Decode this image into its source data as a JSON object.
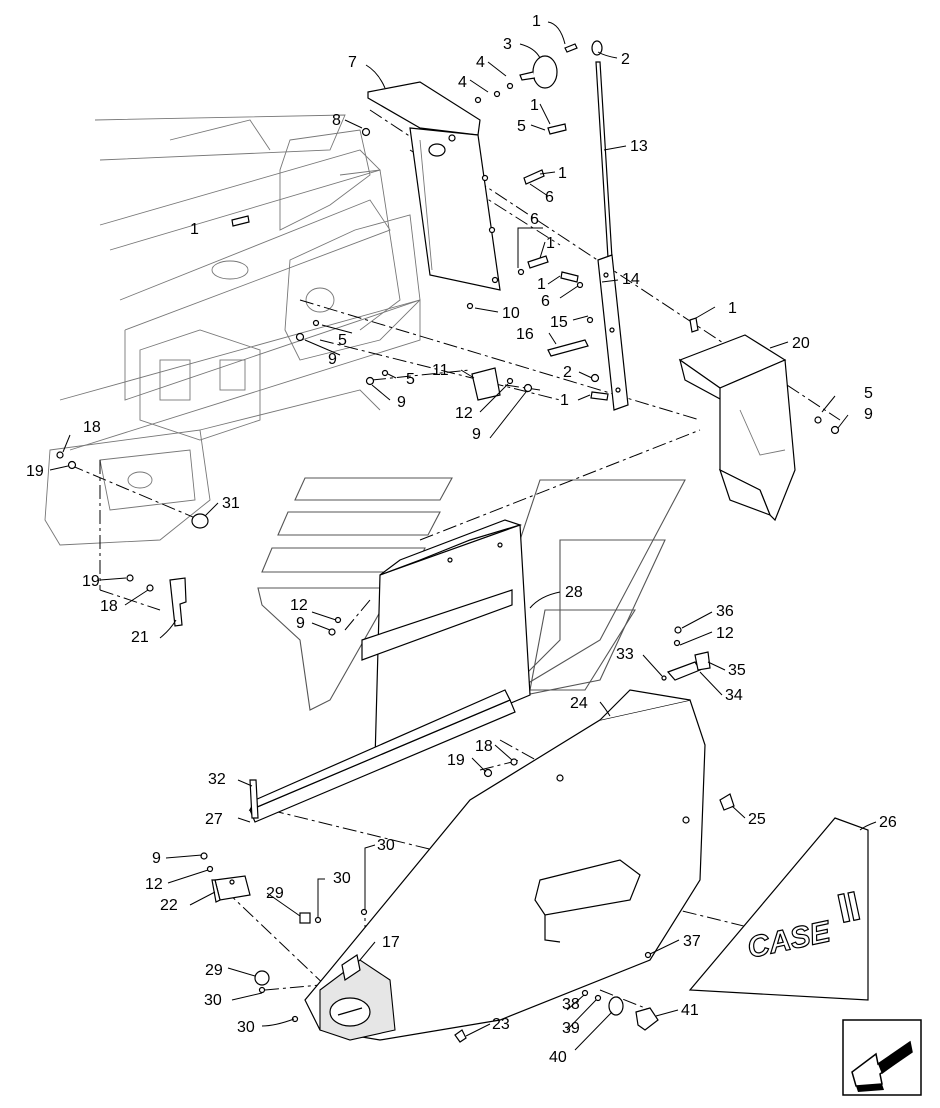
{
  "title": "",
  "callouts": [
    {
      "id": "c1a",
      "text": "1"
    },
    {
      "id": "c2a",
      "text": "2"
    },
    {
      "id": "c3",
      "text": "3"
    },
    {
      "id": "c4a",
      "text": "4"
    },
    {
      "id": "c4b",
      "text": "4"
    },
    {
      "id": "c7",
      "text": "7"
    },
    {
      "id": "c8",
      "text": "8"
    },
    {
      "id": "c1b",
      "text": "1"
    },
    {
      "id": "c5a",
      "text": "5"
    },
    {
      "id": "c13",
      "text": "13"
    },
    {
      "id": "c1c",
      "text": "1"
    },
    {
      "id": "c6a",
      "text": "6"
    },
    {
      "id": "c1d",
      "text": "1"
    },
    {
      "id": "c6b",
      "text": "6"
    },
    {
      "id": "c1e",
      "text": "1"
    },
    {
      "id": "c14",
      "text": "14"
    },
    {
      "id": "c1f",
      "text": "1"
    },
    {
      "id": "c6c",
      "text": "6"
    },
    {
      "id": "c10",
      "text": "10"
    },
    {
      "id": "c15",
      "text": "15"
    },
    {
      "id": "c16",
      "text": "16"
    },
    {
      "id": "c1g",
      "text": "1"
    },
    {
      "id": "c20",
      "text": "20"
    },
    {
      "id": "c5b",
      "text": "5"
    },
    {
      "id": "c9a",
      "text": "9"
    },
    {
      "id": "c11",
      "text": "11"
    },
    {
      "id": "c5c",
      "text": "5"
    },
    {
      "id": "c9b",
      "text": "9"
    },
    {
      "id": "c2b",
      "text": "2"
    },
    {
      "id": "c1h",
      "text": "1"
    },
    {
      "id": "c12a",
      "text": "12"
    },
    {
      "id": "c9c",
      "text": "9"
    },
    {
      "id": "c5d",
      "text": "5"
    },
    {
      "id": "c9d",
      "text": "9"
    },
    {
      "id": "c18a",
      "text": "18"
    },
    {
      "id": "c19a",
      "text": "19"
    },
    {
      "id": "c31",
      "text": "31"
    },
    {
      "id": "c19b",
      "text": "19"
    },
    {
      "id": "c18b",
      "text": "18"
    },
    {
      "id": "c21",
      "text": "21"
    },
    {
      "id": "c28",
      "text": "28"
    },
    {
      "id": "c12b",
      "text": "12"
    },
    {
      "id": "c9e",
      "text": "9"
    },
    {
      "id": "c36",
      "text": "36"
    },
    {
      "id": "c12c",
      "text": "12"
    },
    {
      "id": "c33",
      "text": "33"
    },
    {
      "id": "c35",
      "text": "35"
    },
    {
      "id": "c34",
      "text": "34"
    },
    {
      "id": "c24",
      "text": "24"
    },
    {
      "id": "c19c",
      "text": "19"
    },
    {
      "id": "c18c",
      "text": "18"
    },
    {
      "id": "c32",
      "text": "32"
    },
    {
      "id": "c27",
      "text": "27"
    },
    {
      "id": "c25",
      "text": "25"
    },
    {
      "id": "c26",
      "text": "26"
    },
    {
      "id": "c30a",
      "text": "30"
    },
    {
      "id": "c9f",
      "text": "9"
    },
    {
      "id": "c12d",
      "text": "12"
    },
    {
      "id": "c22",
      "text": "22"
    },
    {
      "id": "c29a",
      "text": "29"
    },
    {
      "id": "c30b",
      "text": "30"
    },
    {
      "id": "c17",
      "text": "17"
    },
    {
      "id": "c37",
      "text": "37"
    },
    {
      "id": "c29b",
      "text": "29"
    },
    {
      "id": "c30c",
      "text": "30"
    },
    {
      "id": "c30d",
      "text": "30"
    },
    {
      "id": "c38",
      "text": "38"
    },
    {
      "id": "c39",
      "text": "39"
    },
    {
      "id": "c23",
      "text": "23"
    },
    {
      "id": "c40",
      "text": "40"
    },
    {
      "id": "c41",
      "text": "41"
    }
  ],
  "decal_text": "CASE",
  "nav_icon": "arrow-left-down-icon"
}
